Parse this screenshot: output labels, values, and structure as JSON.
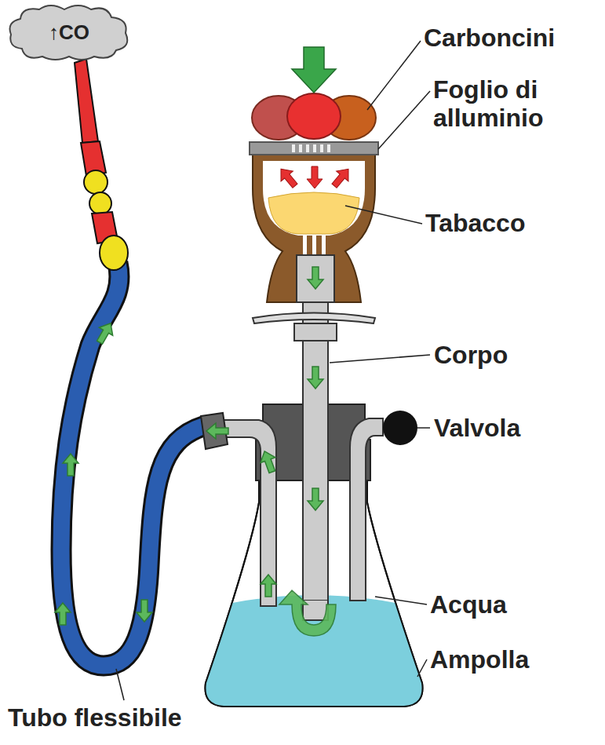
{
  "diagram": {
    "nodes": [
      {
        "text": [
          "↑CO"
        ]
      }
    ],
    "labels": [
      "Carboncini",
      "Foglio di alluminio",
      "Tabacco",
      "Corpo",
      "Valvola",
      "Acqua",
      "Ampolla",
      "Tubo flessibile"
    ]
  }
}
